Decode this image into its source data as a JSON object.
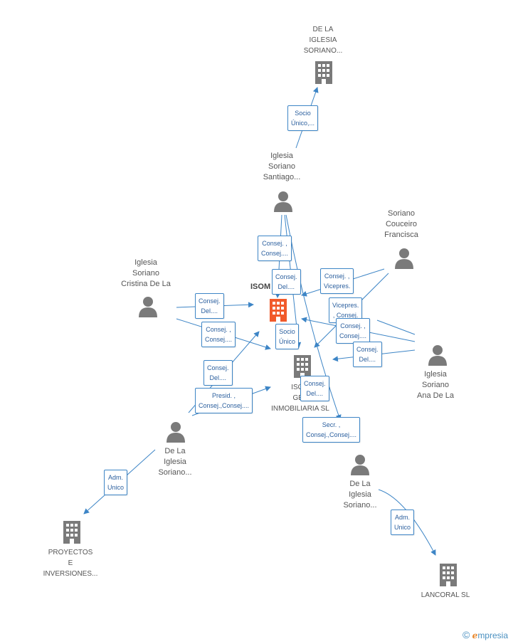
{
  "colors": {
    "edge": "#3d85c6",
    "node_icon": "#7a7a7a",
    "focus_icon": "#f15a2b"
  },
  "nodes": {
    "top_company": {
      "lines": [
        "DE LA",
        "IGLESIA",
        "SORIANO..."
      ]
    },
    "iglesia_santiago": {
      "lines": [
        "Iglesia",
        "Soriano",
        "Santiago..."
      ]
    },
    "soriano_couceiro": {
      "lines": [
        "Soriano",
        "Couceiro",
        "Francisca"
      ]
    },
    "iglesia_cristina": {
      "lines": [
        "Iglesia",
        "Soriano",
        "Cristina De La"
      ]
    },
    "iglesia_ana": {
      "lines": [
        "Iglesia",
        "Soriano",
        "Ana De La"
      ]
    },
    "main_company": {
      "label": "ISOM"
    },
    "isom_gestion": {
      "lines": [
        "ISOM",
        "GES",
        "INMOBILIARIA SL"
      ]
    },
    "delaiglesia_left": {
      "lines": [
        "De La",
        "Iglesia",
        "Soriano..."
      ]
    },
    "delaiglesia_right": {
      "lines": [
        "De La",
        "Iglesia",
        "Soriano..."
      ]
    },
    "proyectos": {
      "lines": [
        "PROYECTOS",
        "E",
        "INVERSIONES..."
      ]
    },
    "lancoral": {
      "lines": [
        "LANCORAL  SL"
      ]
    }
  },
  "edge_labels": {
    "socio_unico_top": [
      "Socio",
      "Único,..."
    ],
    "consej_a": [
      "Consej. ,",
      "Consej...."
    ],
    "consej_del_mid": [
      "Consej.",
      "Del...."
    ],
    "consej_vicepres": [
      "Consej. ,",
      "Vicepres."
    ],
    "consej_del_cristina": [
      "Consej.",
      "Del...."
    ],
    "consej_consej_cristina": [
      "Consej. ,",
      "Consej...."
    ],
    "vicepres_consej": [
      "Vicepres.",
      ", Consej."
    ],
    "socio_unico_mid": [
      "Socio",
      "Único"
    ],
    "consej_consej_ana": [
      "Consej. ,",
      "Consej...."
    ],
    "consej_del_ana": [
      "Consej.",
      "Del...."
    ],
    "consej_del_left": [
      "Consej.",
      "Del...."
    ],
    "presid": [
      "Presid. ,",
      "Consej.,Consej...."
    ],
    "consej_del_gestion": [
      "Consej.",
      "Del...."
    ],
    "secr": [
      "Secr. ,",
      "Consej.,Consej...."
    ],
    "adm_unico_left": [
      "Adm.",
      "Unico"
    ],
    "adm_unico_right": [
      "Adm.",
      "Unico"
    ]
  },
  "footer": {
    "copyright": "©",
    "brand_e": "ℯ",
    "brand_rest": "mpresia"
  }
}
